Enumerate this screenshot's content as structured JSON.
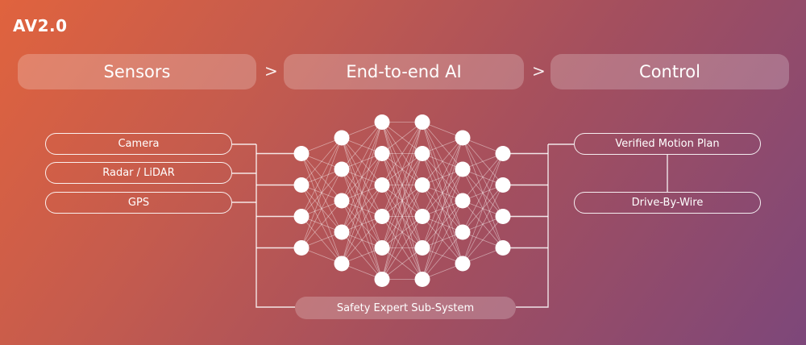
{
  "title": "AV2.0",
  "stages": [
    {
      "label": "Sensors"
    },
    {
      "label": "End-to-end AI"
    },
    {
      "label": "Control"
    }
  ],
  "chevron": ">",
  "inputs": [
    {
      "label": "Camera"
    },
    {
      "label": "Radar / LiDAR"
    },
    {
      "label": "GPS"
    }
  ],
  "outputs": [
    {
      "label": "Verified Motion Plan"
    },
    {
      "label": "Drive-By-Wire"
    }
  ],
  "safety_label": "Safety Expert Sub-System",
  "network": {
    "layer_sizes": [
      4,
      5,
      6,
      6,
      5,
      4
    ]
  },
  "colors": {
    "gradient_start": "#e0633e",
    "gradient_end": "#7d477a",
    "line": "#ffffff",
    "node": "#ffffff"
  }
}
